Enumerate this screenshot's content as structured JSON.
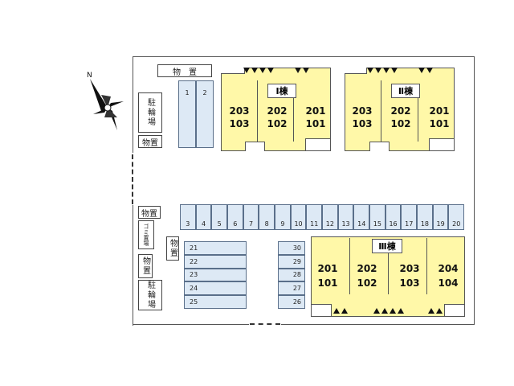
{
  "sheds": {
    "top": "物　置",
    "left_a": "物置",
    "left_b": "物置",
    "left_c": "物置",
    "mid": "物置"
  },
  "bike": {
    "top": "駐輪場",
    "bottom": "駐輪場"
  },
  "garbage": "ゴミ置場",
  "parking": {
    "top_pair": [
      "1",
      "2"
    ],
    "row": [
      "3",
      "4",
      "5",
      "6",
      "7",
      "8",
      "9",
      "10",
      "11",
      "12",
      "13",
      "14",
      "15",
      "16",
      "17",
      "18",
      "19",
      "20"
    ],
    "left_stack": [
      "21",
      "22",
      "23",
      "24",
      "25"
    ],
    "right_stack": [
      "30",
      "29",
      "28",
      "27",
      "26"
    ]
  },
  "buildings": {
    "b1": {
      "name": "Ⅰ棟",
      "upper": [
        "203",
        "202",
        "201"
      ],
      "lower": [
        "103",
        "102",
        "101"
      ]
    },
    "b2": {
      "name": "Ⅱ棟",
      "upper": [
        "203",
        "202",
        "201"
      ],
      "lower": [
        "103",
        "102",
        "101"
      ]
    },
    "b3": {
      "name": "Ⅲ棟",
      "upper": [
        "201",
        "202",
        "203",
        "204"
      ],
      "lower": [
        "101",
        "102",
        "103",
        "104"
      ]
    }
  },
  "compass": {
    "label": "N",
    "icon": "compass-rose-icon"
  },
  "colors": {
    "building": "#fff8a8",
    "parking": "#dde9f5"
  }
}
